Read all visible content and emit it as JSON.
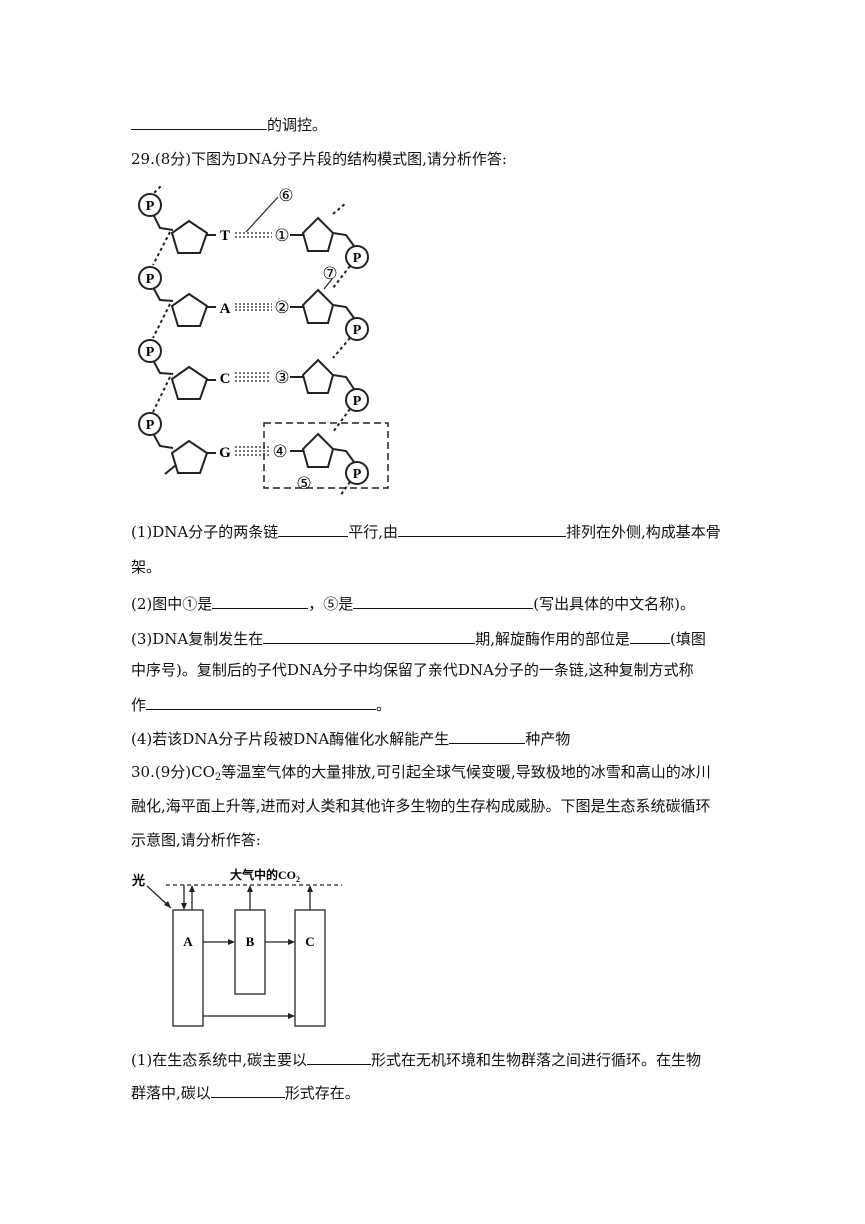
{
  "lines": {
    "l0_suffix": "的调控。",
    "q29_title": "29.(8分)下图为DNA分子片段的结构模式图,请分析作答:",
    "q29_1_a": "(1)DNA分子的两条链",
    "q29_1_b": "平行,由",
    "q29_1_c": "排列在外侧,构成基本骨",
    "q29_1_d": "架。",
    "q29_2_a": "(2)图中①是",
    "q29_2_b": "，⑤是",
    "q29_2_c": "(写出具体的中文名称)。",
    "q29_3_a": "(3)DNA复制发生在",
    "q29_3_b": "期,解旋酶作用的部位是",
    "q29_3_c": "(填图",
    "q29_3_d": "中序号)。复制后的子代DNA分子中均保留了亲代DNA分子的一条链,这种复制方式称",
    "q29_3_e": "作",
    "q29_3_f": "。",
    "q29_4_a": "(4)若该DNA分子片段被DNA酶催化水解能产生",
    "q29_4_b": "种产物",
    "q30_a": "30.(9分)CO",
    "q30_sub": "2",
    "q30_b": "等温室气体的大量排放,可引起全球气候变暖,导致极地的冰雪和高山的冰川",
    "q30_c": "融化,海平面上升等,进而对人类和其他许多生物的生存构成威胁。下图是生态系统碳循环",
    "q30_d": "示意图,请分析作答:",
    "q30_1_a": "(1)在生态系统中,碳主要以",
    "q30_1_b": "形式在无机环境和生物群落之间进行循环。在生物",
    "q30_1_c": "群落中,碳以",
    "q30_1_d": "形式存在。"
  },
  "dna": {
    "phosphate": "P",
    "bases_left": [
      "T",
      "A",
      "C",
      "G"
    ],
    "bases_right": [
      "①",
      "②",
      "③",
      "④"
    ],
    "label_5": "⑤",
    "label_6": "⑥",
    "label_7": "⑦"
  },
  "carbon": {
    "light": "光",
    "atmosphere": "大气中的CO",
    "atmosphere_sub": "2",
    "box_a": "A",
    "box_b": "B",
    "box_c": "C"
  }
}
